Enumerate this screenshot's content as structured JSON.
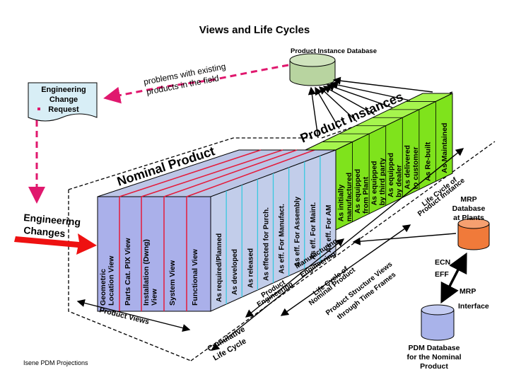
{
  "title": "Views and Life Cycles",
  "product_instance_db": "Product Instance Database",
  "problems_note": [
    "problems with existing",
    "products in the field"
  ],
  "ecr": {
    "line1": "Engineering",
    "line2": "Change",
    "line3": "Request"
  },
  "engineering_changes": [
    "Engineering",
    "Changes"
  ],
  "nominal_product": "Nominal Product",
  "product_instances": "Product Instances",
  "product_views": [
    [
      "Geometric",
      "Location View"
    ],
    [
      "Parts Cat. PIX View"
    ],
    [
      "Installation (Dwng)",
      "View"
    ],
    [
      "System View"
    ],
    [
      "Functional View"
    ]
  ],
  "time_views": [
    [
      "As required/Planned"
    ],
    [
      "As developed"
    ],
    [
      "As released"
    ],
    [
      "As effected for Purch."
    ],
    [
      "As eff.  For Manufact."
    ],
    [
      "As eff.  For Assembly"
    ],
    [
      "As eff. For Maint."
    ],
    [
      "As eff. For AM"
    ]
  ],
  "instance_views": [
    [
      "As initially",
      "manufactured"
    ],
    [
      "As equipped",
      "from Plant"
    ],
    [
      "As equipped",
      "by third party"
    ],
    [
      "As equipped",
      "by dealer"
    ],
    [
      "As delivered",
      "to customer"
    ],
    [
      "As Re-built"
    ],
    [
      "As Maintained"
    ]
  ],
  "product_views_label": "Product Views",
  "product_engineering": [
    "Product",
    "Engineering"
  ],
  "manufacturing_engineering": [
    "Manufacturing",
    "Engineering"
  ],
  "life_cycle_nominal": [
    "Life Cycle of",
    "Nominal Product"
  ],
  "structure_views": [
    "Product Structure Views",
    "through Time Frames"
  ],
  "life_cycle_instance": [
    "Life Cycle of",
    "Product Instance"
  ],
  "cumulative": [
    "Cumulative",
    "Life Cycle"
  ],
  "mrp_db": [
    "MRP",
    "Database",
    "at Plants"
  ],
  "ecn": "ECN",
  "eff": "EFF",
  "mrp_interface": [
    "MRP",
    "Interface"
  ],
  "pdm_db": [
    "PDM Database",
    "for the Nominal",
    "Product"
  ],
  "footer": "Isene PDM Projections",
  "colors": {
    "front_face": "#aab0ea",
    "side_face": "#c2cdea",
    "green_face": "#7fe31c",
    "green_top": "#a6f54e",
    "red_line": "#e41a3a",
    "cyan_line": "#38c9e0",
    "magenta": "#e0186e",
    "arrow_red": "#ee1111",
    "db_orange": "#f07a3a",
    "db_blue": "#a9b3ea",
    "db_green": "#b8d4a0",
    "note_box": "#d8eef6"
  }
}
